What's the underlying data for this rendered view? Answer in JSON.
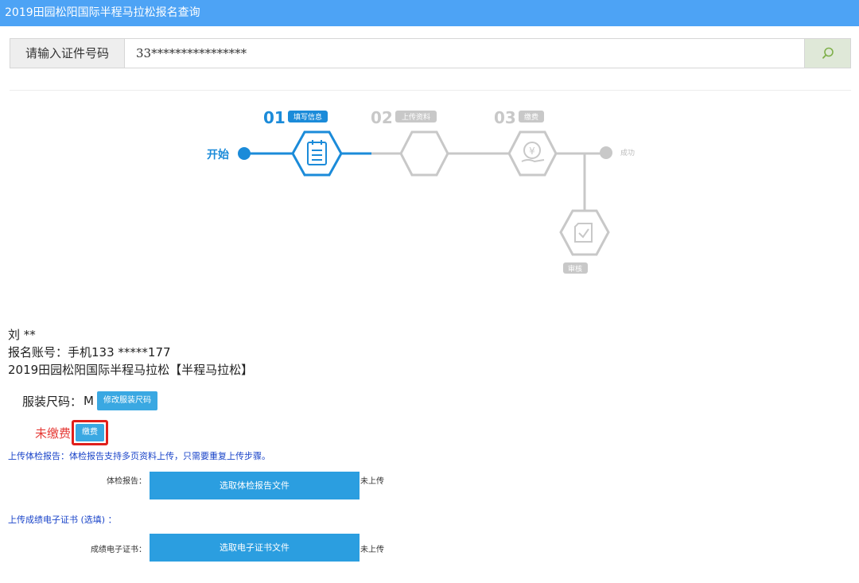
{
  "header": {
    "title": "2019田园松阳国际半程马拉松报名查询"
  },
  "search": {
    "label": "请输入证件号码",
    "value": "33****************",
    "button_icon": "search-icon"
  },
  "steps": {
    "start_label": "开始",
    "step1": {
      "num": "01",
      "tag": "填写信息",
      "icon": "form-icon"
    },
    "step2": {
      "num": "02",
      "tag": "上传资料",
      "icon": "upload-icon"
    },
    "step3": {
      "num": "03",
      "tag": "缴费",
      "icon": "payment-icon"
    },
    "success_label": "成功",
    "review_label": "审核",
    "review_icon": "review-check-icon",
    "active_color": "#1b8bd9",
    "inactive_color": "#c8c8c8"
  },
  "profile": {
    "name": "刘 **",
    "account": "报名账号：手机133 *****177",
    "event": "2019田园松阳国际半程马拉松【半程马拉松】",
    "size_label": "服装尺码：",
    "size_value": "M",
    "modify_size_button": "修改服装尺码",
    "payment_status": "未缴费",
    "pay_button": "缴费"
  },
  "uploads": {
    "medical_note": "上传体检报告：体检报告支持多页资料上传，只需要重复上传步骤。",
    "medical_label": "体检报告：",
    "medical_button": "选取体检报告文件",
    "medical_status": "未上传",
    "cert_note": "上传成绩电子证书 (选填) ：",
    "cert_label": "成绩电子证书：",
    "cert_button": "选取电子证书文件",
    "cert_status": "未上传"
  }
}
